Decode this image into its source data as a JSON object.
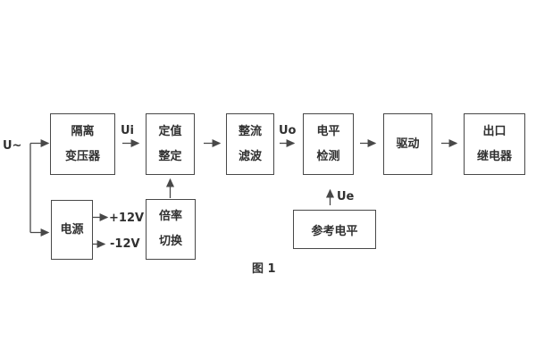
{
  "figure": {
    "caption": "图 1"
  },
  "signals": {
    "input": "U~",
    "ui": "Ui",
    "uo": "Uo",
    "ue": "Ue",
    "rail_positive": "+12V",
    "rail_negative": "-12V"
  },
  "blocks": {
    "isolation_transformer": {
      "line1": "隔离",
      "line2": "变压器"
    },
    "setting_adjust": {
      "line1": "定值",
      "line2": "整定"
    },
    "rectify_filter": {
      "line1": "整流",
      "line2": "滤波"
    },
    "level_detect": {
      "line1": "电平",
      "line2": "检测"
    },
    "drive": {
      "line1": "驱动"
    },
    "output_relay": {
      "line1": "出口",
      "line2": "继电器"
    },
    "power_supply": {
      "line1": "电源"
    },
    "ratio_switch": {
      "line1": "倍率",
      "line2": "切换"
    },
    "reference_level": {
      "line1": "参考电平"
    }
  },
  "colors": {
    "line": "#484848",
    "text": "#303030",
    "background": "#ffffff"
  }
}
